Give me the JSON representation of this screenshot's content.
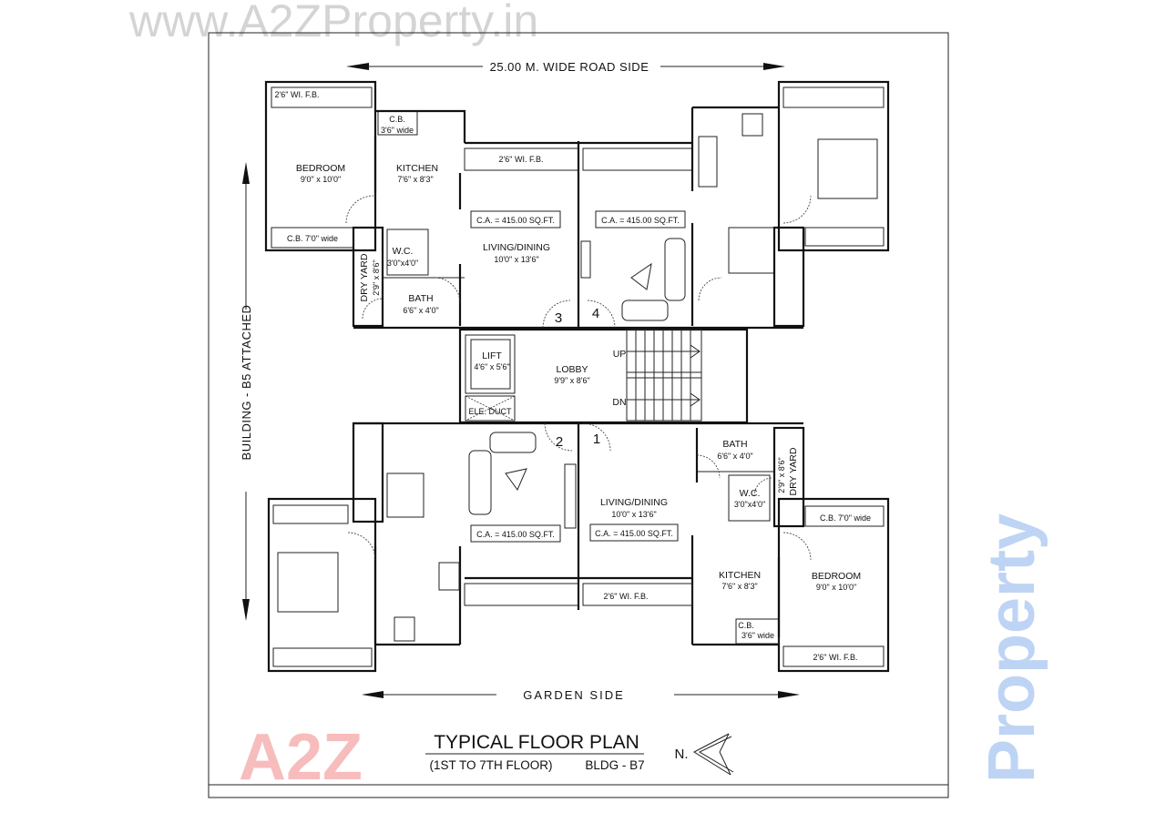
{
  "watermarks": {
    "top": "www.A2ZProperty.in",
    "bottom_a2z": "A2Z",
    "bottom_property": "Property",
    "colors": {
      "gray": "#d0d0d0",
      "red": "#f4a6a6",
      "green": "#a8dca8",
      "blue": "#a9c6f0",
      "orange": "#f8cf9a"
    }
  },
  "directions": {
    "top": "25.00 M. WIDE ROAD SIDE",
    "left": "BUILDING - B5 ATTACHED",
    "bottom": "GARDEN SIDE",
    "north": "N."
  },
  "units": {
    "unit3": {
      "number": "3",
      "fb_bedroom": "2'6\" WI. F.B.",
      "cb_kitchen": "C.B.",
      "cb_kitchen_size": "3'6\" wide",
      "bedroom": "BEDROOM",
      "bedroom_size": "9'0\" x 10'0\"",
      "kitchen": "KITCHEN",
      "kitchen_size": "7'6\" x 8'3\"",
      "fb_living": "2'6\" WI. F.B.",
      "cb_bedroom": "C.B. 7'0\" wide",
      "carpet_area": "C.A. = 415.00 SQ.FT.",
      "living": "LIVING/DINING",
      "living_size": "10'0\" x 13'6\"",
      "wc": "W.C.",
      "wc_size": "3'0\"x4'0\"",
      "dry_yard": "DRY YARD",
      "dry_yard_size": "2'9\" x 8'6\"",
      "bath": "BATH",
      "bath_size": "6'6\" x 4'0\""
    },
    "unit4": {
      "number": "4",
      "carpet_area": "C.A. = 415.00 SQ.FT."
    },
    "unit2": {
      "number": "2",
      "carpet_area": "C.A. = 415.00 SQ.FT."
    },
    "unit1": {
      "number": "1",
      "bath": "BATH",
      "bath_size": "6'6\" x 4'0\"",
      "wc": "W.C.",
      "wc_size": "3'0\"x4'0\"",
      "dry_yard": "DRY YARD",
      "dry_yard_size": "2'9\" x 8'6\"",
      "living": "LIVING/DINING",
      "living_size": "10'0\" x 13'6\"",
      "carpet_area": "C.A. = 415.00 SQ.FT.",
      "cb_bedroom": "C.B. 7'0\" wide",
      "kitchen": "KITCHEN",
      "kitchen_size": "7'6\" x 8'3\"",
      "bedroom": "BEDROOM",
      "bedroom_size": "9'0\" x 10'0\"",
      "fb_living": "2'6\" WI. F.B.",
      "cb_kitchen": "C.B.",
      "cb_kitchen_size": "3'6\" wide",
      "fb_bedroom": "2'6\" WI. F.B."
    }
  },
  "core": {
    "lift": "LIFT",
    "lift_size": "4'6\" x 5'6\"",
    "lobby": "LOBBY",
    "lobby_size": "9'9\" x 8'6\"",
    "up": "UP",
    "dn": "DN",
    "duct": "ELE. DUCT"
  },
  "title": {
    "main": "TYPICAL FLOOR PLAN",
    "floors": "(1ST TO 7TH FLOOR)",
    "building": "BLDG - B7"
  }
}
